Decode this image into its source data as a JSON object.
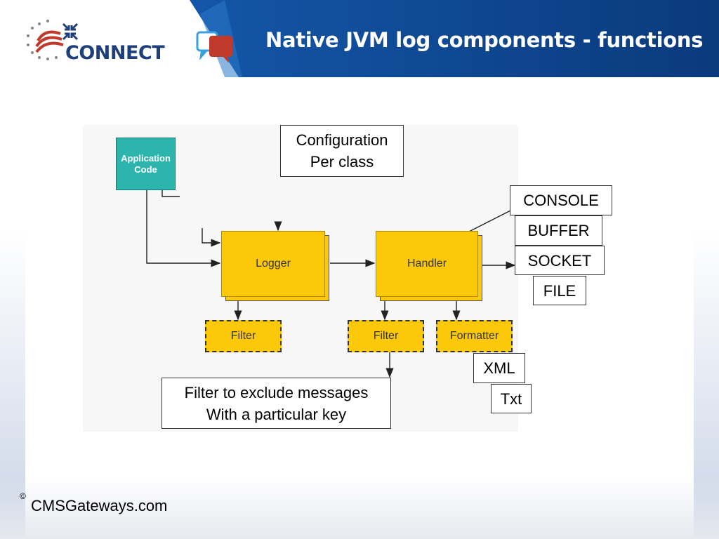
{
  "header": {
    "title": "Native JVM log components - functions",
    "logo_text": "CONNECT",
    "colors": {
      "header_blue": "#0d3f86",
      "header_dark": "#0a2f66",
      "logo_red": "#c0392b",
      "logo_blue": "#1f3f7a"
    }
  },
  "diagram": {
    "app_code": "Application Code",
    "logger": "Logger",
    "handler": "Handler",
    "logger_filter": "Filter",
    "handler_filter": "Filter",
    "formatter": "Formatter",
    "config_note": "Configuration\nPer class",
    "outputs": [
      "CONSOLE",
      "BUFFER",
      "SOCKET",
      "FILE"
    ],
    "formats": [
      "XML",
      "Txt"
    ],
    "filter_note": "Filter to exclude messages\nWith a particular key",
    "colors": {
      "component": "#fcc90a",
      "app": "#2db5ad"
    }
  },
  "footer": {
    "copyright_symbol": "©",
    "site": "CMSGateways.com"
  }
}
